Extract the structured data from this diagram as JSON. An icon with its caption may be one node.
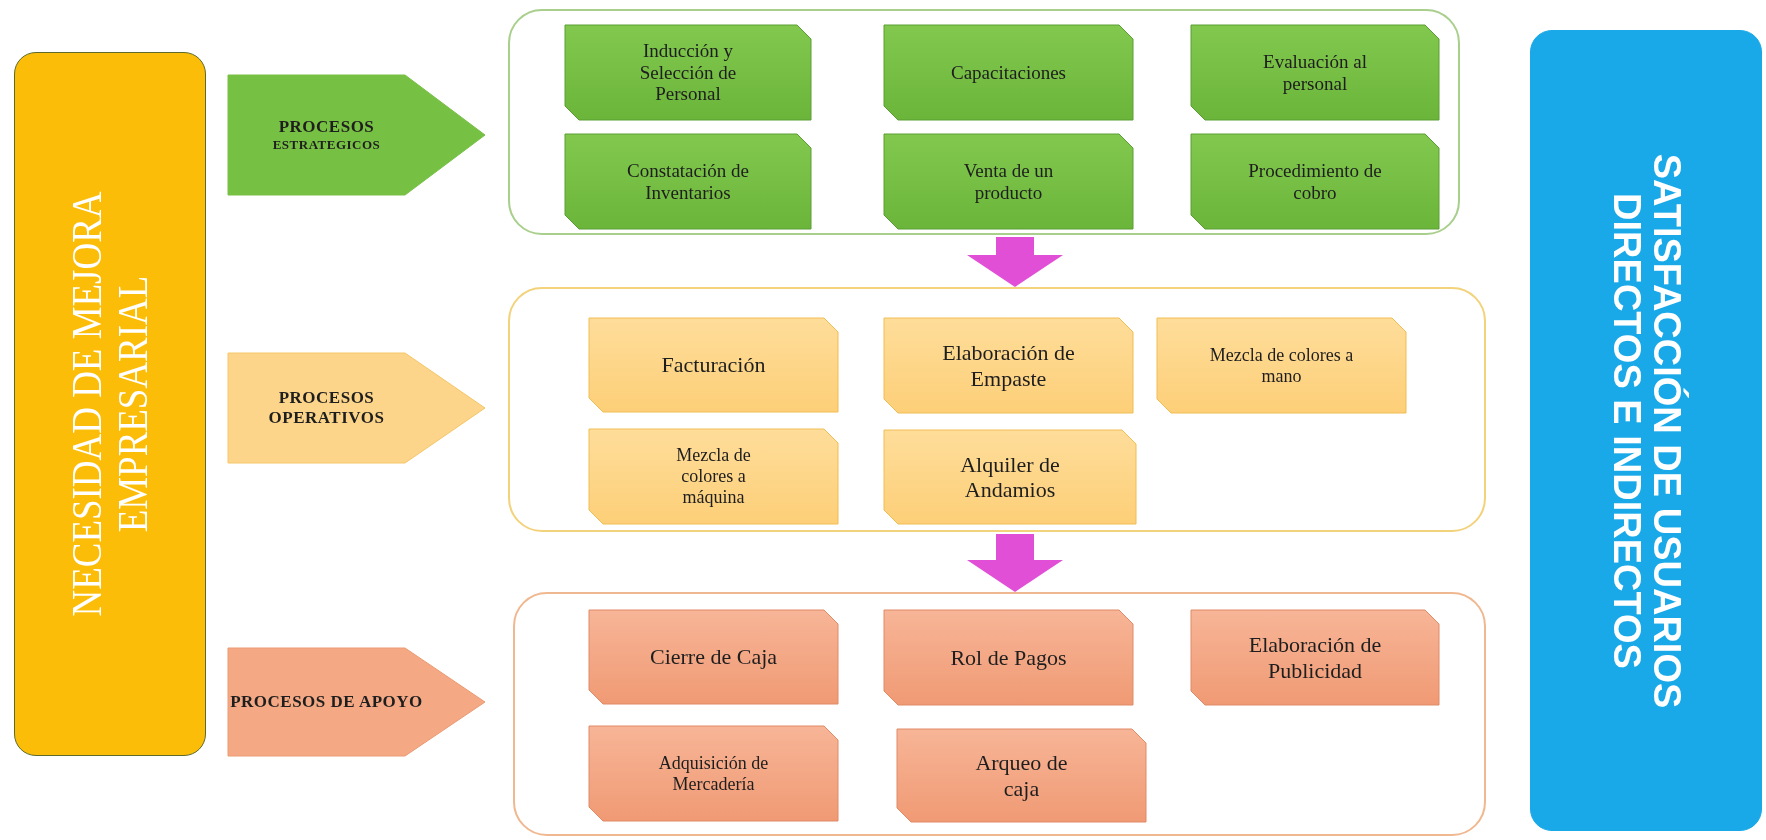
{
  "diagram": {
    "nodes": [
      {
        "text": [
          "NECESIDAD DE MEJORA EMPRESARIAL"
        ]
      },
      {
        "text": [
          "PROCESOS",
          "ESTRATEGICOS"
        ]
      },
      {
        "text": [],
        "shape": "box"
      },
      {
        "text": [
          "Inducción y Selección de Personal"
        ],
        "in": 2
      },
      {
        "text": [
          "Capacitaciones"
        ],
        "in": 2
      },
      {
        "text": [
          "Evaluación al personal"
        ],
        "in": 2
      },
      {
        "text": [
          "Constatación de Inventarios"
        ],
        "in": 2
      },
      {
        "text": [
          "Venta de un producto"
        ],
        "in": 2
      },
      {
        "text": [
          "Procedimiento de cobro"
        ],
        "in": 2
      },
      {
        "text": [
          "PROCESOS OPERATIVOS"
        ]
      },
      {
        "text": [],
        "shape": "box"
      },
      {
        "text": [
          "Facturación"
        ],
        "in": 10
      },
      {
        "text": [
          "Elaboración de Empaste"
        ],
        "in": 10
      },
      {
        "text": [
          "Mezcla de colores a mano"
        ],
        "in": 10
      },
      {
        "text": [
          "Mezcla de colores a máquina"
        ],
        "in": 10
      },
      {
        "text": [
          "Alquiler de Andamios"
        ],
        "in": 10
      },
      {
        "text": [
          "PROCESOS DE APOYO"
        ]
      },
      {
        "text": [],
        "shape": "box"
      },
      {
        "text": [
          "Cierre de Caja"
        ],
        "in": 17
      },
      {
        "text": [
          "Rol de Pagos"
        ],
        "in": 17
      },
      {
        "text": [
          "Elaboración de Publicidad"
        ],
        "in": 17
      },
      {
        "text": [
          "Adquisición de Mercadería"
        ],
        "in": 17
      },
      {
        "text": [
          "Arqueo de caja"
        ],
        "in": 17
      },
      {
        "text": [
          "SATISFACCIÓN DE USUARIOS DIRECTOS E INDIRECTOS"
        ]
      }
    ],
    "edges": [
      {
        "from": 2,
        "to": 10,
        "arrow": "to"
      },
      {
        "from": 10,
        "to": 17,
        "arrow": "to"
      }
    ]
  }
}
